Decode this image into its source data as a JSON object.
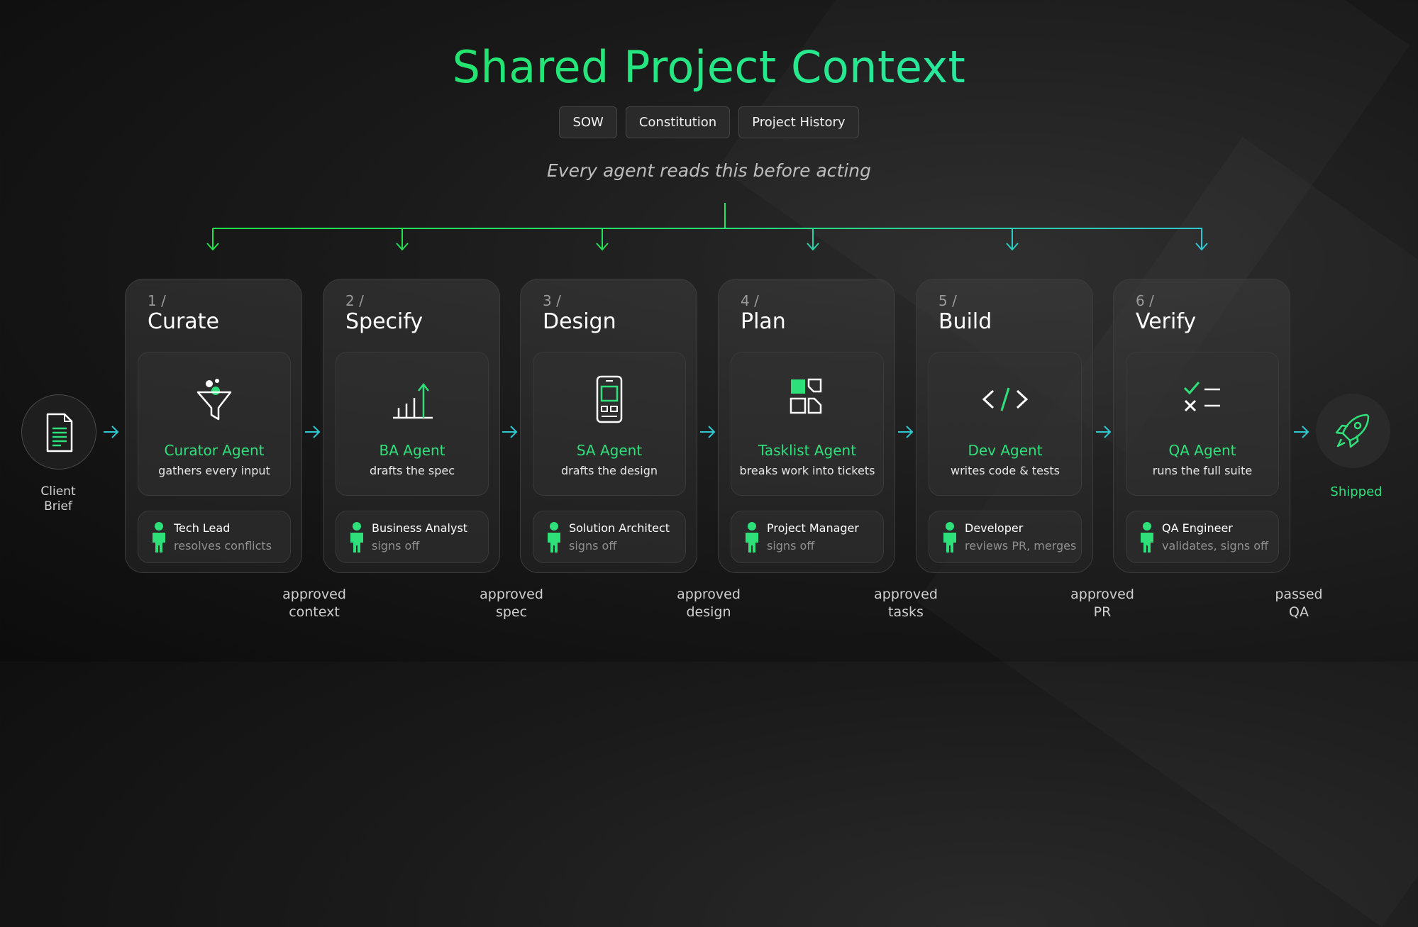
{
  "title": "Shared Project Context",
  "context_items": [
    "SOW",
    "Constitution",
    "Project History"
  ],
  "subtitle": "Every agent reads this before acting",
  "start": {
    "label_line1": "Client",
    "label_line2": "Brief",
    "icon": "document-icon"
  },
  "end": {
    "label": "Shipped",
    "icon": "rocket-icon"
  },
  "stages": [
    {
      "num": "1 /",
      "name": "Curate",
      "icon": "funnel-icon",
      "agent": "Curator Agent",
      "agent_desc": "gathers every input",
      "owner": "Tech Lead",
      "owner_action": "resolves conflicts"
    },
    {
      "num": "2 /",
      "name": "Specify",
      "icon": "bar-chart-icon",
      "agent": "BA Agent",
      "agent_desc": "drafts the spec",
      "owner": "Business Analyst",
      "owner_action": "signs off"
    },
    {
      "num": "3 /",
      "name": "Design",
      "icon": "mobile-wireframe-icon",
      "agent": "SA Agent",
      "agent_desc": "drafts the design",
      "owner": "Solution Architect",
      "owner_action": "signs off"
    },
    {
      "num": "4 /",
      "name": "Plan",
      "icon": "tasks-grid-icon",
      "agent": "Tasklist Agent",
      "agent_desc": "breaks work into tickets",
      "owner": "Project Manager",
      "owner_action": "signs off"
    },
    {
      "num": "5 /",
      "name": "Build",
      "icon": "code-icon",
      "agent": "Dev Agent",
      "agent_desc": "writes code & tests",
      "owner": "Developer",
      "owner_action": "reviews PR, merges"
    },
    {
      "num": "6 /",
      "name": "Verify",
      "icon": "checklist-icon",
      "agent": "QA Agent",
      "agent_desc": "runs the full suite",
      "owner": "QA Engineer",
      "owner_action": "validates, signs off"
    }
  ],
  "gates": [
    {
      "line1": "approved",
      "line2": "context"
    },
    {
      "line1": "approved",
      "line2": "spec"
    },
    {
      "line1": "approved",
      "line2": "design"
    },
    {
      "line1": "approved",
      "line2": "tasks"
    },
    {
      "line1": "approved",
      "line2": "PR"
    },
    {
      "line1": "passed",
      "line2": "QA"
    }
  ],
  "colors": {
    "accent_green": "#2fe07a",
    "accent_cyan": "#2ec8d0",
    "card_border": "#3c3c3c"
  }
}
